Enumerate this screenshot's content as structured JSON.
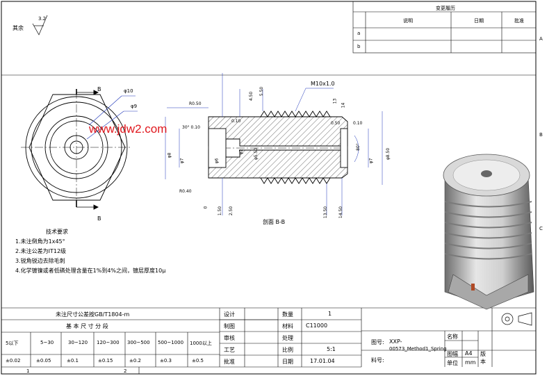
{
  "roughness": {
    "label": "其余",
    "value": "3.2"
  },
  "revision": {
    "title": "变更履历",
    "col_desc": "说明",
    "col_date": "日期",
    "col_approve": "批准",
    "rows": [
      "a",
      "b"
    ]
  },
  "zones": [
    "A",
    "B",
    "C"
  ],
  "watermark": "www.jdw2.com",
  "section_label": "剖面 B-B",
  "dims": {
    "d10": "φ10",
    "d9": "φ9",
    "thread": "M10x1.0",
    "r050": "R0.50",
    "c030": "30°  0.10",
    "a010a": "0.10",
    "a010b": "0.10",
    "a010c": "0.10",
    "r040": "R0.40",
    "d7": "φ7",
    "d8": "φ8",
    "d6": "φ6",
    "d2": "φ2",
    "d550": "φ5.50",
    "d7b": "φ7",
    "d850": "φ8.50",
    "d80": "80°",
    "l450": "4.50",
    "l550": "5.50",
    "l13": "13",
    "l14": "14",
    "l050": "0.50",
    "l0": "0",
    "l150": "1.50",
    "l250": "2.50",
    "l1350": "13.50",
    "l1450": "14.50",
    "b_mark": "B"
  },
  "tech": {
    "title": "技术要求",
    "items": [
      "1.未注倒角为1x45°",
      "2.未注公差为IT12级",
      "3.锐角锐边去除毛刺",
      "4.化学镀镍或者低磷处理含量在1%到4%之间，镀层厚度10μ"
    ]
  },
  "tolerance": {
    "title": "未注尺寸公差按GB/T1804-m",
    "subtitle": "基 本 尺 寸 分 段",
    "ranges": [
      "5以下",
      "5~30",
      "30~120",
      "120~300",
      "300~500",
      "500~1000",
      "1000以上"
    ],
    "values": [
      "±0.02",
      "±0.05",
      "±0.1",
      "±0.15",
      "±0.2",
      "±0.3",
      "±0.5"
    ]
  },
  "titleblock": {
    "design": "设计",
    "draw": "制图",
    "check": "审核",
    "process": "工艺",
    "approve": "批准",
    "qty_label": "数量",
    "qty": "1",
    "material_label": "材料",
    "material": "C11000",
    "treat_label": "处理",
    "treat": "",
    "scale_label": "比例",
    "scale": "5:1",
    "date_label": "日期",
    "date": "17.01.04",
    "drawing_no_label": "图号:",
    "drawing_no": "XXP-",
    "drawing_no2": "00573_Method1_Spring",
    "part_no_label": "料号:",
    "name_label": "名称",
    "size_label": "图幅",
    "size": "A4",
    "unit_label": "单位",
    "unit": "mm",
    "version_label": "版本"
  },
  "bottom_nums": [
    "1",
    "2"
  ]
}
